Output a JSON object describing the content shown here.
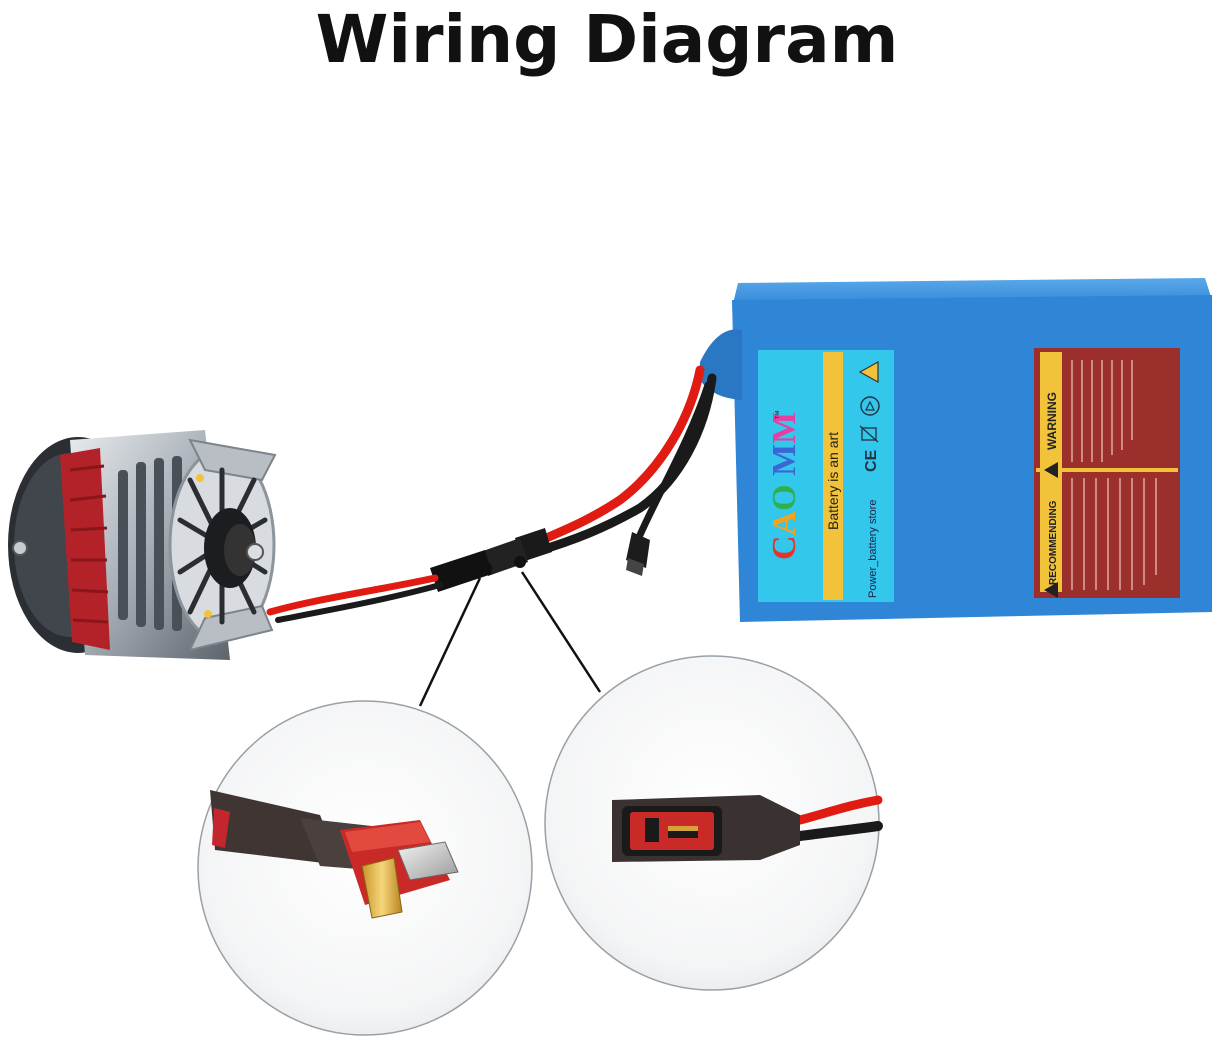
{
  "title": "Wiring Diagram",
  "battery": {
    "brand_letters": [
      "C",
      "A",
      "O",
      " ",
      "M",
      "M"
    ],
    "brand_colors": [
      "#e8332a",
      "#f3a31d",
      "#2db24b",
      "",
      "#3b66d6",
      "#e63fa2"
    ],
    "trademark": "™",
    "tagline": "Battery is an art",
    "store": "Power_battery store",
    "warning_title": "WARNING",
    "recommending_title": "RECOMMENDING",
    "ce_mark": "CE",
    "colors": {
      "body": "#2f86d6",
      "label": "#33c7ec",
      "stripe": "#f2c33a",
      "panel": "#9b2f2b"
    }
  },
  "wire_colors": {
    "positive": "#e01b12",
    "negative": "#1a1a1a"
  },
  "callouts": [
    {
      "id": "male-connector"
    },
    {
      "id": "female-connector"
    }
  ]
}
